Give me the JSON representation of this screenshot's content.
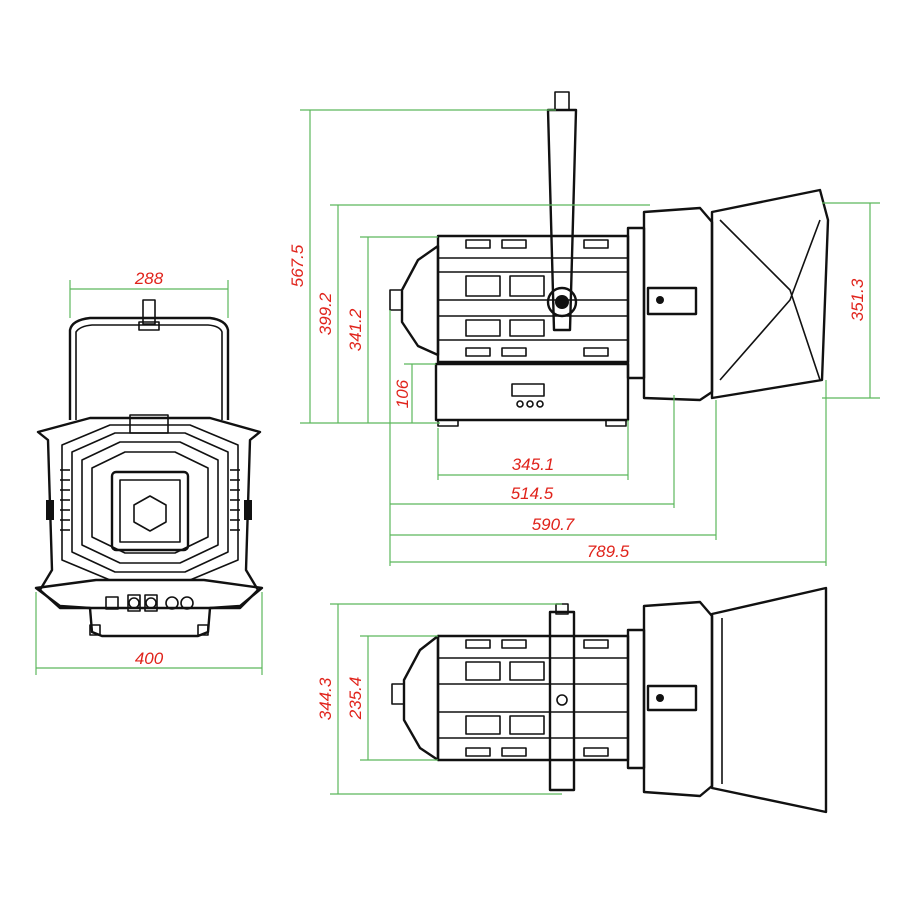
{
  "dimensions": {
    "front_top_width": "288",
    "front_bottom_width": "400",
    "side_total_height": "567.5",
    "side_height_399": "399.2",
    "side_height_341": "341.2",
    "side_base_height": "106",
    "side_barndoor_height": "351.3",
    "side_len_345": "345.1",
    "side_len_514": "514.5",
    "side_len_590": "590.7",
    "side_len_789": "789.5",
    "top_height_344": "344.3",
    "top_height_235": "235.4"
  },
  "colors": {
    "dimension_line": "#5cb85c",
    "dimension_text": "#e0231b",
    "outline": "#111111"
  }
}
